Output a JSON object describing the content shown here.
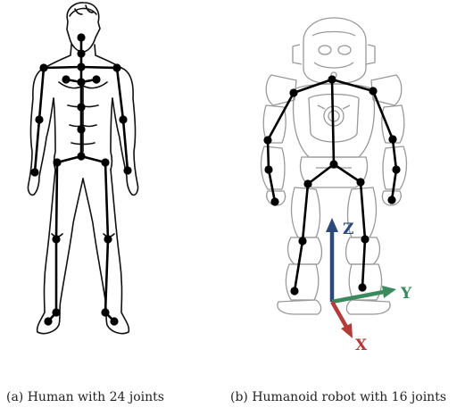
{
  "figure": {
    "panels": [
      {
        "caption": "(a)  Human with 24 joints"
      },
      {
        "caption": "(b)  Humanoid robot with 16 joints"
      }
    ],
    "axes": [
      {
        "label": "Z",
        "color": "#2b4a7a"
      },
      {
        "label": "Y",
        "color": "#3a8a5c"
      },
      {
        "label": "X",
        "color": "#b53a3a"
      }
    ],
    "colors": {
      "outline": "#111111",
      "robot_outline": "#8f8f8f",
      "skeleton": "#000000"
    }
  }
}
